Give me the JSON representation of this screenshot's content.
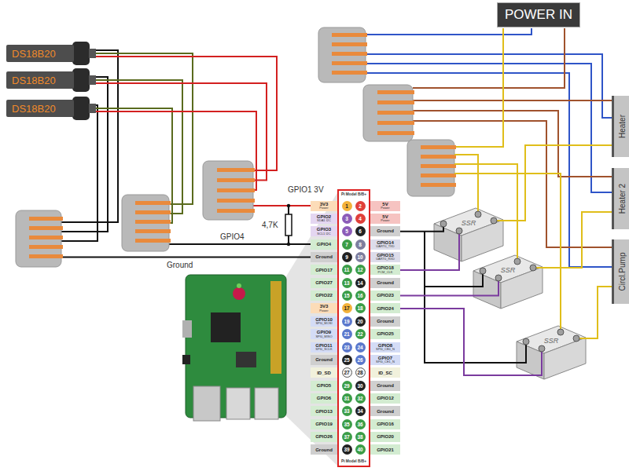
{
  "diagram": {
    "nodes": [
      {
        "text": [
          "DS18B20"
        ]
      },
      {
        "text": [
          "DS18B20"
        ]
      },
      {
        "text": [
          "DS18B20"
        ]
      },
      {
        "text": [
          "POWER IN"
        ]
      },
      {
        "text": [
          "Heater"
        ]
      },
      {
        "text": [
          "Heater 2"
        ]
      },
      {
        "text": [
          "Circl.Pump"
        ]
      },
      {
        "text": [
          "SSR"
        ]
      },
      {
        "text": [
          "SSR"
        ]
      },
      {
        "text": [
          "SSR"
        ]
      }
    ],
    "labels": [
      "GPIO1 3V",
      "4,7K",
      "GPIO4",
      "Ground",
      "Pi Model B/B+",
      "Pi Model B/B+",
      "3V3",
      "1",
      "2",
      "5V",
      "GPIO2",
      "3",
      "4",
      "5V",
      "GPIO3",
      "5",
      "6",
      "Ground",
      "GPIO4",
      "7",
      "8",
      "GPIO14",
      "Ground",
      "9",
      "10",
      "GPIO15",
      "GPIO17",
      "11",
      "12",
      "GPIO18",
      "GPIO27",
      "13",
      "14",
      "Ground",
      "GPIO22",
      "15",
      "16",
      "GPIO23",
      "3V3",
      "17",
      "18",
      "GPIO24",
      "GPIO10",
      "19",
      "20",
      "Ground",
      "GPIO9",
      "21",
      "22",
      "GPIO25",
      "GPIO11",
      "23",
      "24",
      "GPIO8",
      "Ground",
      "25",
      "26",
      "GPIO7",
      "ID_SD",
      "27",
      "28",
      "ID_SC",
      "GPIO5",
      "29",
      "30",
      "Ground",
      "GPIO6",
      "31",
      "32",
      "GPIO12",
      "GPIO13",
      "33",
      "34",
      "Ground",
      "GPIO19",
      "35",
      "36",
      "GPIO16",
      "GPIO26",
      "37",
      "38",
      "GPIO20",
      "Ground",
      "39",
      "40",
      "GPIO21",
      "Power",
      "Power",
      "SDA1 I2C",
      "Power",
      "SCL1 I2C",
      "UART0_TXD",
      "UART0_RXD",
      "PCM_CLK",
      "Power",
      "SPI0_MOSI",
      "SPI0_MISO",
      "SPI0_SCLK",
      "SPI0_CE0_N",
      "SPI0_CE1_N"
    ]
  }
}
